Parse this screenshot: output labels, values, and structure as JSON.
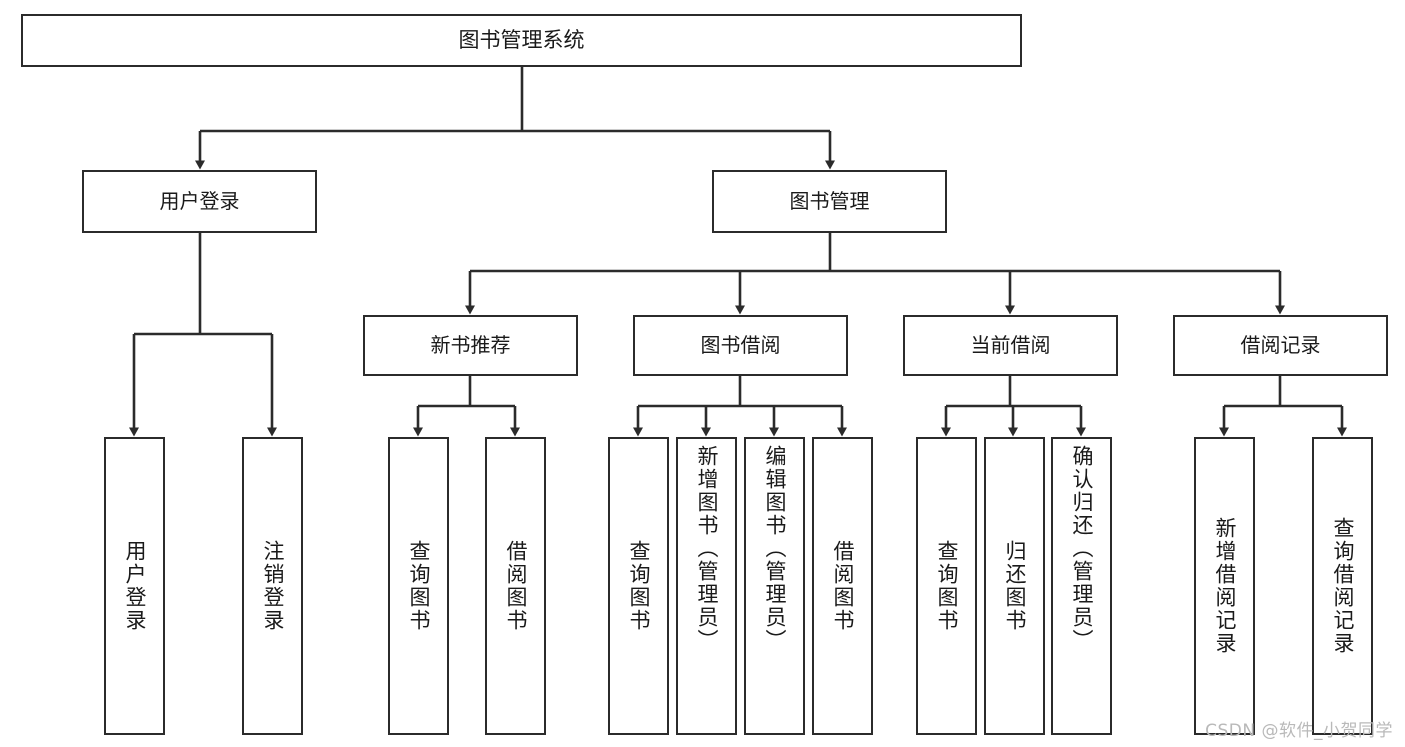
{
  "diagram": {
    "title": "图书管理系统",
    "watermark": "CSDN @软件_小贺同学",
    "colors": {
      "stroke": "#2b2b2b",
      "fill": "#ffffff",
      "text": "#1a1a1a",
      "watermark": "#b9b9b9"
    },
    "nodes": {
      "root": {
        "label": "图书管理系统"
      },
      "level2": [
        {
          "label": "用户登录"
        },
        {
          "label": "图书管理"
        }
      ],
      "level3": [
        {
          "label": "新书推荐"
        },
        {
          "label": "图书借阅"
        },
        {
          "label": "当前借阅"
        },
        {
          "label": "借阅记录"
        }
      ],
      "leaves": {
        "user_login": [
          {
            "label": "用户登录"
          },
          {
            "label": "注销登录"
          }
        ],
        "new_book_recommend": [
          {
            "label": "查询图书"
          },
          {
            "label": "借阅图书"
          }
        ],
        "book_borrow": [
          {
            "label": "查询图书"
          },
          {
            "label": "新增图书（管理员）"
          },
          {
            "label": "编辑图书（管理员）"
          },
          {
            "label": "借阅图书"
          }
        ],
        "current_borrow": [
          {
            "label": "查询图书"
          },
          {
            "label": "归还图书"
          },
          {
            "label": "确认归还（管理员）"
          }
        ],
        "borrow_record": [
          {
            "label": "新增借阅记录"
          },
          {
            "label": "查询借阅记录"
          }
        ]
      }
    }
  }
}
